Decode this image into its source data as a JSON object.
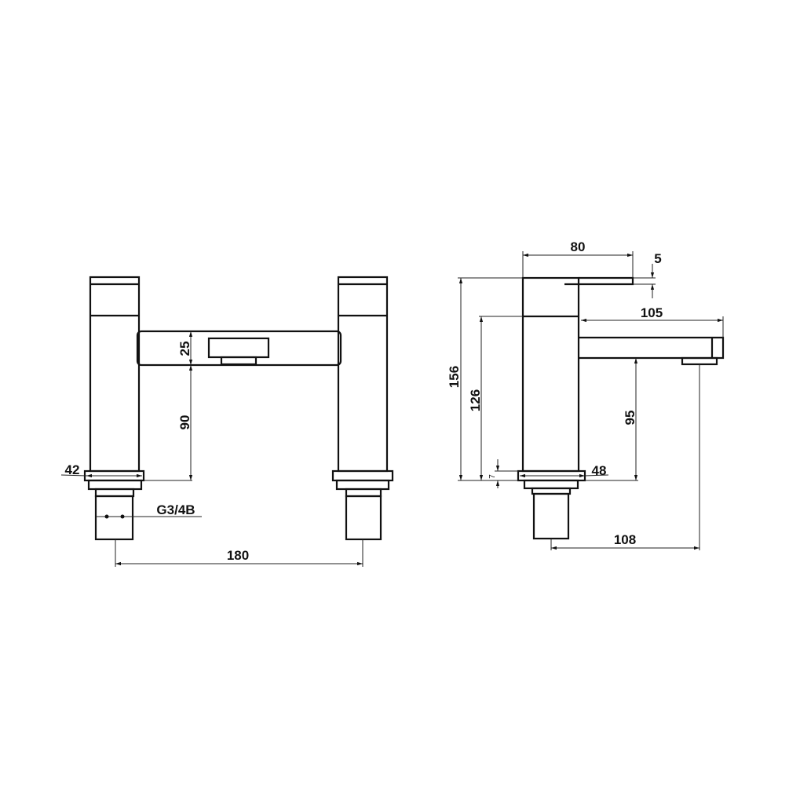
{
  "front_view": {
    "dims": {
      "bridge_height": "25",
      "bridge_clearance": "90",
      "flange_dia": "42",
      "thread": "G3/4B",
      "centres": "180"
    }
  },
  "side_view": {
    "dims": {
      "lever_length": "80",
      "lever_thickness": "5",
      "spout_reach": "105",
      "overall_height": "156",
      "body_height": "126",
      "spout_height": "95",
      "flange_height": "7",
      "flange_dia": "48",
      "outlet_projection": "108"
    }
  }
}
